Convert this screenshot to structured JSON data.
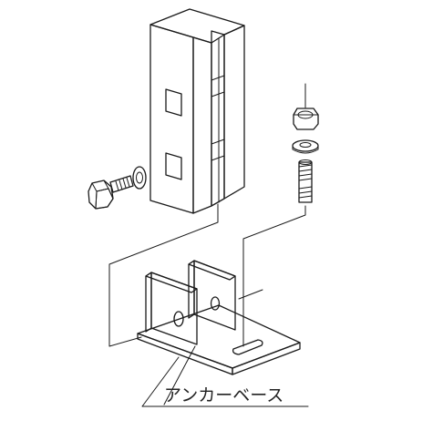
{
  "diagram": {
    "labels": {
      "anchor_base": "アンカーベース"
    },
    "colors": {
      "channel_fill": "#dcebd6",
      "channel_inner": "#c6d9bf",
      "part_fill": "#e2e2e2",
      "part_shade": "#c8c8c8",
      "line": "#1a1a1a",
      "background": "#ffffff"
    },
    "parts": [
      {
        "name": "channel-post",
        "icon": "channel-post"
      },
      {
        "name": "hex-bolt",
        "icon": "hex-bolt"
      },
      {
        "name": "washer",
        "icon": "washer"
      },
      {
        "name": "hex-nut",
        "icon": "hex-nut"
      },
      {
        "name": "stud-bolt",
        "icon": "stud-bolt"
      },
      {
        "name": "anchor-base",
        "icon": "anchor-base"
      }
    ]
  }
}
